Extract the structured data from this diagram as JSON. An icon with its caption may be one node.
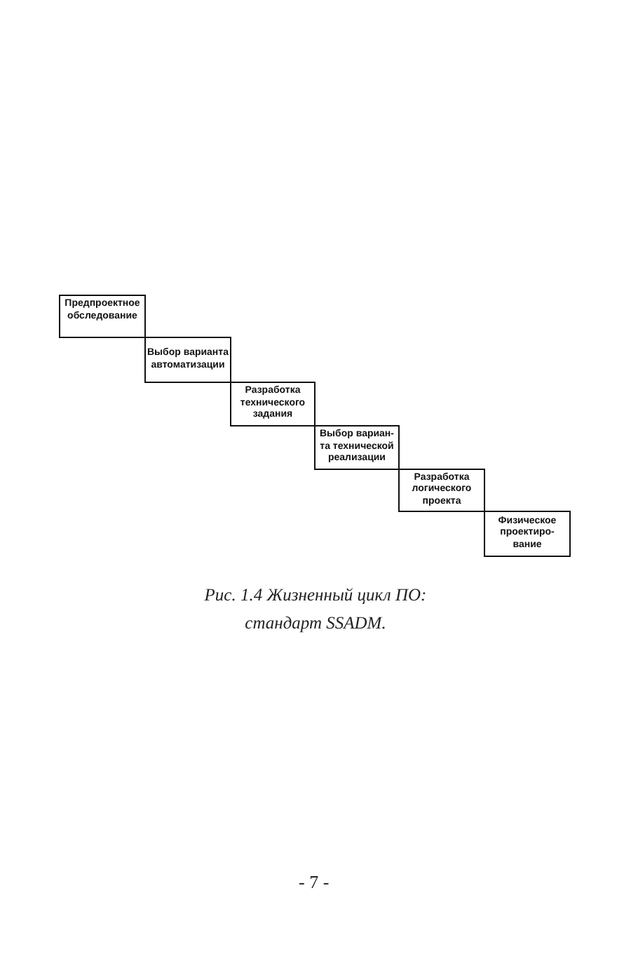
{
  "diagram": {
    "caption": "Рис. 1.4 Жизненный цикл ПО: стандарт SSADM.",
    "nodes": [
      {
        "text": [
          "Предпроектное обследование"
        ]
      },
      {
        "text": [
          "Выбор варианта автоматизации"
        ]
      },
      {
        "text": [
          "Разработка технического задания"
        ]
      },
      {
        "text": [
          "Выбор вариан- та технической реализации"
        ]
      },
      {
        "text": [
          "Разработка логического проекта"
        ]
      },
      {
        "text": [
          "Физическое проектиро- вание"
        ]
      }
    ],
    "labels": [
      "- 7 -"
    ]
  }
}
